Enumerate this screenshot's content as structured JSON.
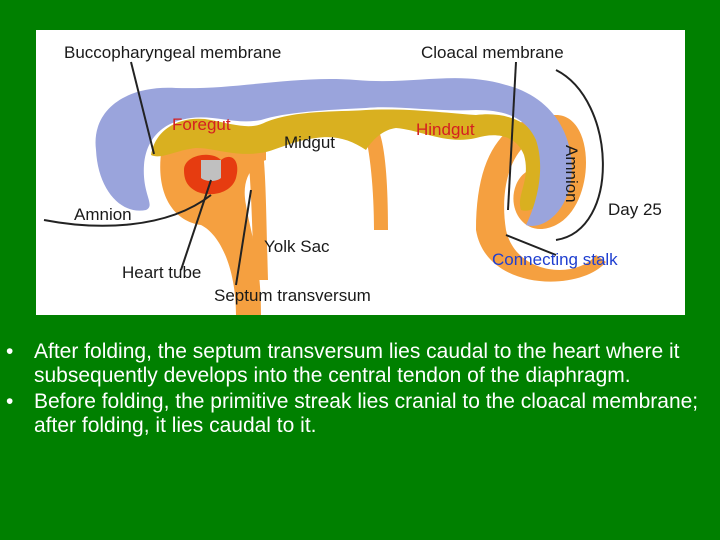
{
  "figure": {
    "labels": {
      "buccopharyngeal": "Buccopharyngeal membrane",
      "cloacal": "Cloacal membrane",
      "foregut": "Foregut",
      "midgut": "Midgut",
      "hindgut": "Hindgut",
      "amnion_right": "Amnion",
      "amnion_left": "Amnion",
      "day": "Day 25",
      "yolk_sac": "Yolk Sac",
      "connecting_stalk": "Connecting stalk",
      "heart_tube": "Heart tube",
      "septum": "Septum transversum"
    },
    "colors": {
      "ectoderm": "#9aa4dc",
      "endoderm": "#d9b020",
      "mesoderm": "#f5a040",
      "heart": "#e63c10",
      "background": "#ffffff"
    }
  },
  "bullets": [
    {
      "marker": "•",
      "text": "After folding, the septum transversum lies caudal to the heart where it subsequently develops into the central tendon of the diaphragm."
    },
    {
      "marker": "•",
      "text": "Before folding, the primitive streak lies cranial to the cloacal membrane; after folding, it lies caudal to it."
    }
  ]
}
